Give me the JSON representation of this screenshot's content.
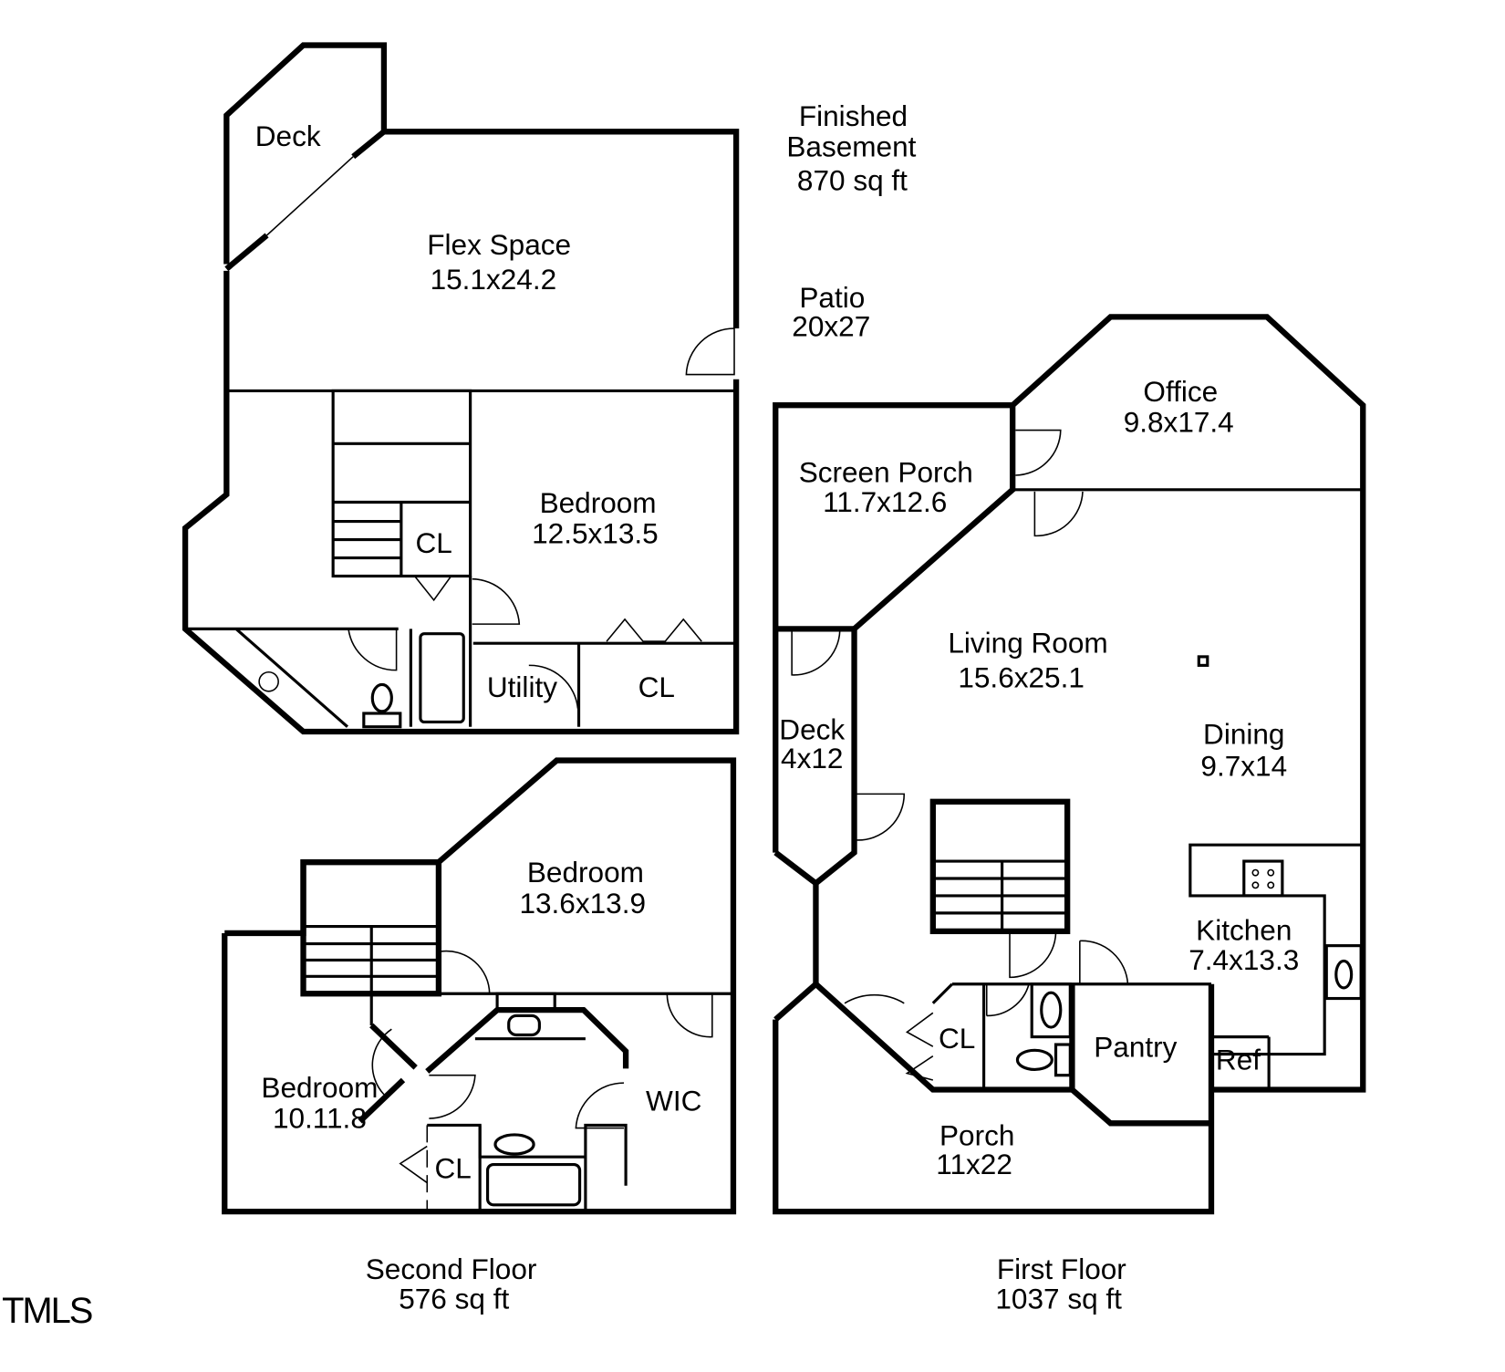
{
  "logo": "TMLS",
  "basement": {
    "title": "Finished",
    "title2": "Basement",
    "area": "870 sq ft",
    "rooms": {
      "deck": "Deck",
      "flex_name": "Flex Space",
      "flex_dim": "15.1x24.2",
      "patio_name": "Patio",
      "patio_dim": "20x27",
      "bedroom_name": "Bedroom",
      "bedroom_dim": "12.5x13.5",
      "cl1": "CL",
      "utility": "Utility",
      "cl2": "CL"
    }
  },
  "second_floor": {
    "title": "Second Floor",
    "area": "576 sq ft",
    "rooms": {
      "bedroom1_name": "Bedroom",
      "bedroom1_dim": "13.6x13.9",
      "bedroom2_name": "Bedroom",
      "bedroom2_dim": "10.11.8",
      "wic": "WIC",
      "cl": "CL"
    }
  },
  "first_floor": {
    "title": "First Floor",
    "area": "1037 sq ft",
    "rooms": {
      "office_name": "Office",
      "office_dim": "9.8x17.4",
      "screen_name": "Screen Porch",
      "screen_dim": "11.7x12.6",
      "living_name": "Living Room",
      "living_dim": "15.6x25.1",
      "dining_name": "Dining",
      "dining_dim": "9.7x14",
      "deck_name": "Deck",
      "deck_dim": "4x12",
      "kitchen_name": "Kitchen",
      "kitchen_dim": "7.4x13.3",
      "cl": "CL",
      "pantry": "Pantry",
      "ref": "Ref",
      "porch_name": "Porch",
      "porch_dim": "11x22"
    }
  }
}
